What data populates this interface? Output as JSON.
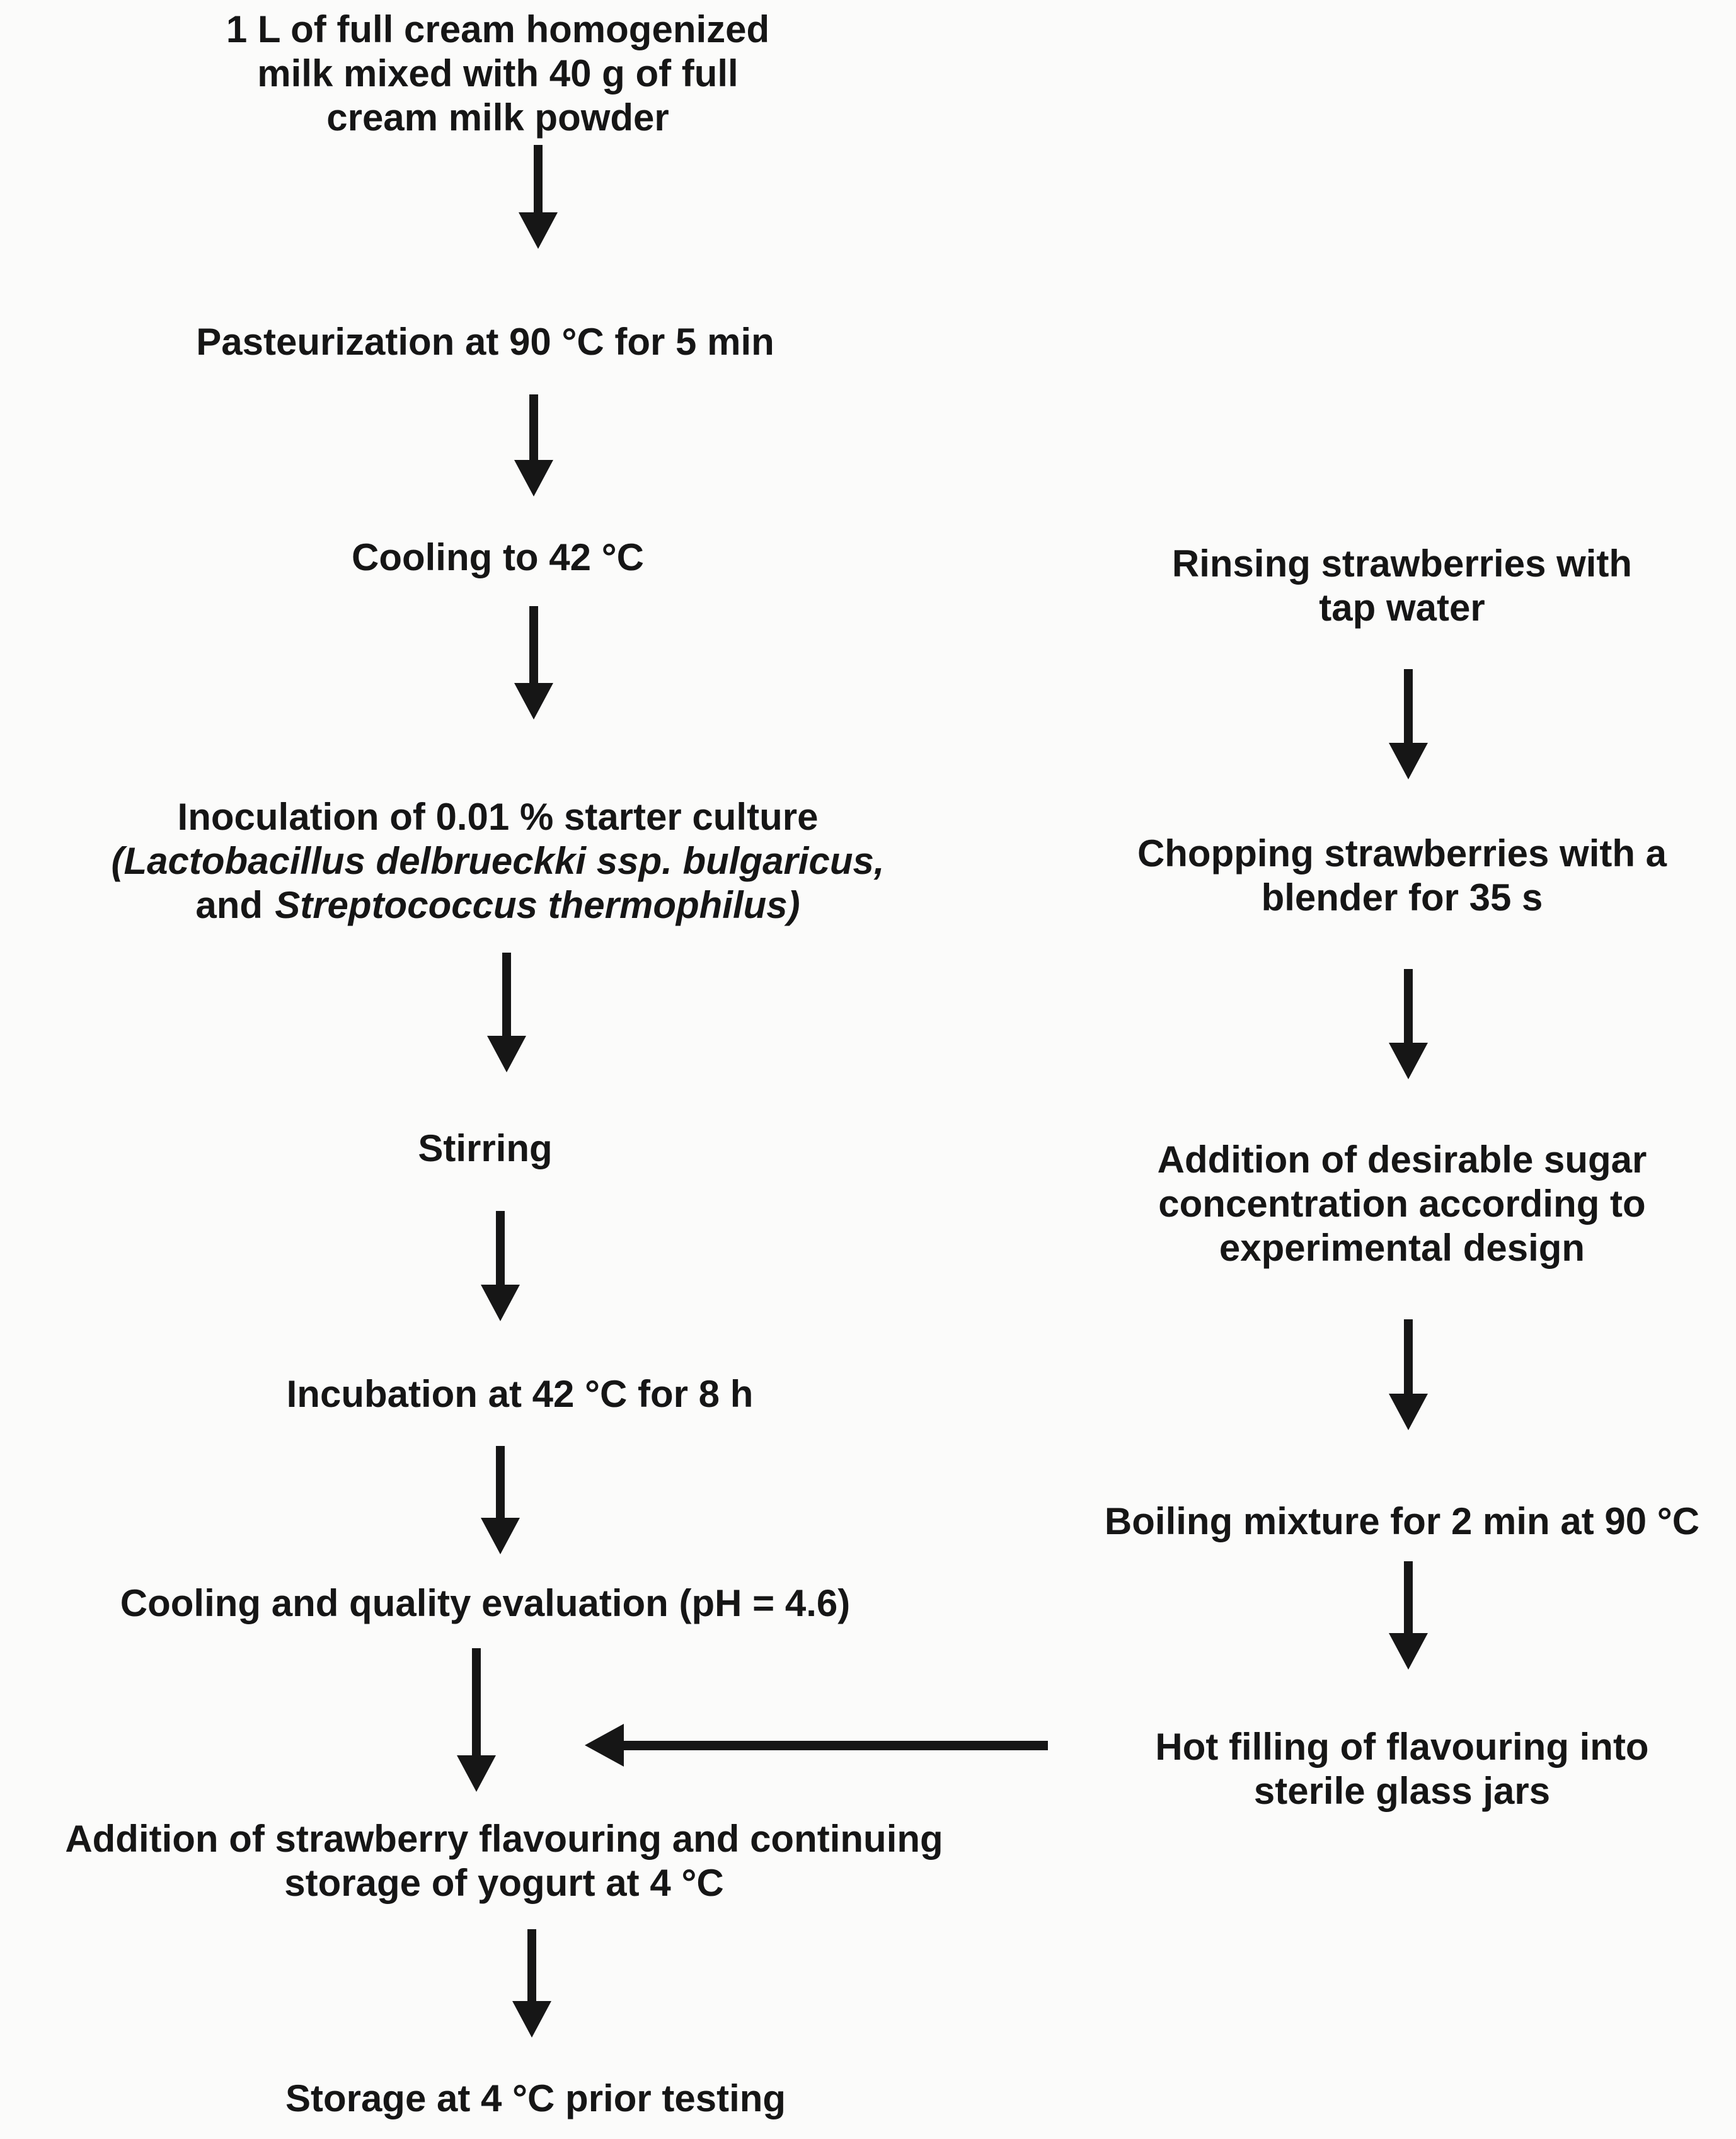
{
  "figure": {
    "type": "flowchart",
    "background": "#fbfbfa",
    "ink": "#161616"
  },
  "left_branch": {
    "milk_mix": {
      "lines": [
        "1 L of full cream homogenized",
        "milk mixed with 40 g of full",
        "cream milk powder"
      ]
    },
    "pasteurization": {
      "text": "Pasteurization at 90 °C for 5 min"
    },
    "cooling_42": {
      "text": "Cooling to 42 °C"
    },
    "inoculation": {
      "line1": "Inoculation of 0.01 % starter culture",
      "line2": "(Lactobacillus delbrueckki ssp. bulgaricus,",
      "line3_and": "and",
      "line3_species": "Streptococcus thermophilus)"
    },
    "stirring": {
      "text": "Stirring"
    },
    "incubation": {
      "text": "Incubation at 42 °C for 8 h"
    },
    "cooling_quality": {
      "text": "Cooling and quality evaluation (pH = 4.6)"
    },
    "strawberry_addition": {
      "lines": [
        "Addition of strawberry flavouring and continuing",
        "storage of yogurt at 4 °C"
      ]
    },
    "final_storage": {
      "text": "Storage at 4 °C prior testing"
    }
  },
  "right_branch": {
    "rinsing": {
      "lines": [
        "Rinsing strawberries with",
        "tap water"
      ]
    },
    "chopping": {
      "lines": [
        "Chopping strawberries with a",
        "blender for 35 s"
      ]
    },
    "sugar_addition": {
      "lines": [
        "Addition of desirable sugar",
        "concentration according to",
        "experimental design"
      ]
    },
    "boiling": {
      "text": "Boiling mixture for 2 min at 90 °C"
    },
    "hot_filling": {
      "lines": [
        "Hot filling of flavouring into",
        "sterile glass jars"
      ]
    }
  }
}
